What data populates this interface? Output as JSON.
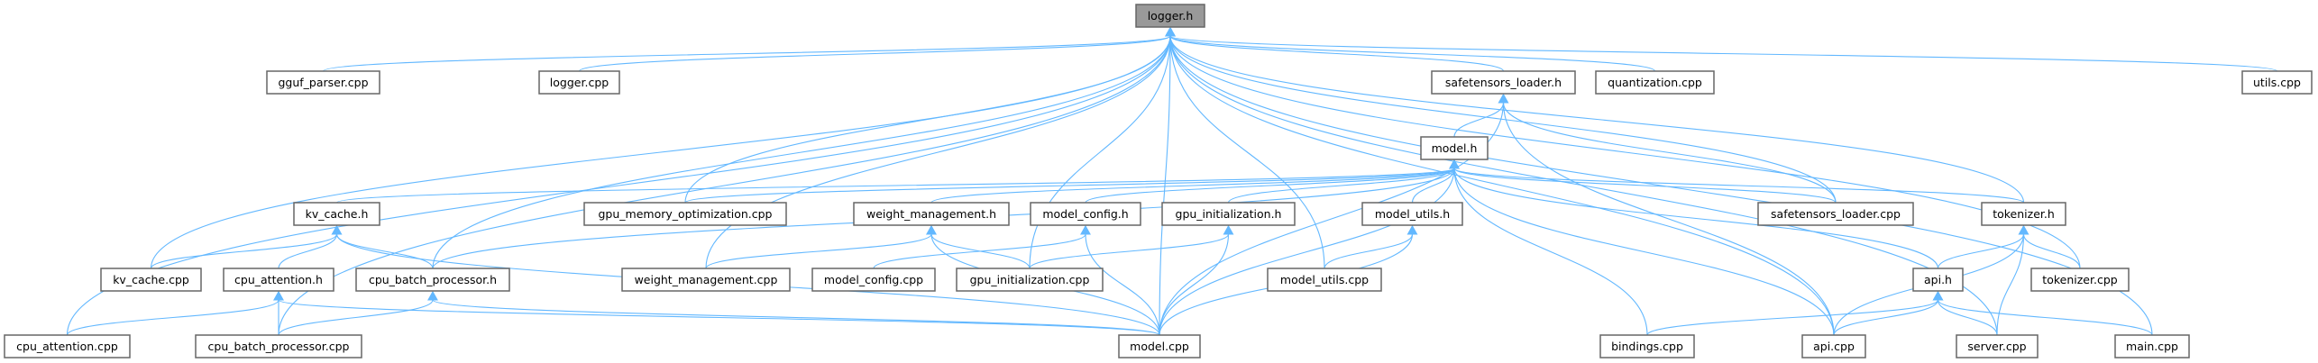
{
  "graph": {
    "edge_color": "#63b8ff",
    "root_fill": "#999999",
    "nodes": {
      "logger_h": "logger.h",
      "gguf_parser_cpp": "gguf_parser.cpp",
      "logger_cpp": "logger.cpp",
      "safetensors_loader_h": "safetensors_loader.h",
      "quantization_cpp": "quantization.cpp",
      "utils_cpp": "utils.cpp",
      "model_h": "model.h",
      "kv_cache_h": "kv_cache.h",
      "gpu_memory_optimization_cpp": "gpu_memory_optimization.cpp",
      "weight_management_h": "weight_management.h",
      "model_config_h": "model_config.h",
      "gpu_initialization_h": "gpu_initialization.h",
      "model_utils_h": "model_utils.h",
      "safetensors_loader_cpp": "safetensors_loader.cpp",
      "tokenizer_h": "tokenizer.h",
      "kv_cache_cpp": "kv_cache.cpp",
      "cpu_attention_h": "cpu_attention.h",
      "cpu_batch_processor_h": "cpu_batch_processor.h",
      "weight_management_cpp": "weight_management.cpp",
      "model_config_cpp": "model_config.cpp",
      "gpu_initialization_cpp": "gpu_initialization.cpp",
      "model_utils_cpp": "model_utils.cpp",
      "api_h": "api.h",
      "tokenizer_cpp": "tokenizer.cpp",
      "cpu_attention_cpp": "cpu_attention.cpp",
      "cpu_batch_processor_cpp": "cpu_batch_processor.cpp",
      "model_cpp": "model.cpp",
      "bindings_cpp": "bindings.cpp",
      "api_cpp": "api.cpp",
      "server_cpp": "server.cpp",
      "main_cpp": "main.cpp"
    },
    "edges": [
      [
        "gguf_parser_cpp",
        "logger_h"
      ],
      [
        "logger_cpp",
        "logger_h"
      ],
      [
        "safetensors_loader_h",
        "logger_h"
      ],
      [
        "quantization_cpp",
        "logger_h"
      ],
      [
        "utils_cpp",
        "logger_h"
      ],
      [
        "kv_cache_cpp",
        "logger_h"
      ],
      [
        "cpu_attention_cpp",
        "logger_h"
      ],
      [
        "cpu_batch_processor_cpp",
        "logger_h"
      ],
      [
        "gpu_memory_optimization_cpp",
        "logger_h"
      ],
      [
        "weight_management_cpp",
        "logger_h"
      ],
      [
        "gpu_initialization_cpp",
        "logger_h"
      ],
      [
        "model_cpp",
        "logger_h"
      ],
      [
        "model_utils_cpp",
        "logger_h"
      ],
      [
        "cpu_batch_processor_h",
        "logger_h"
      ],
      [
        "safetensors_loader_cpp",
        "logger_h"
      ],
      [
        "api_cpp",
        "logger_h"
      ],
      [
        "tokenizer_h",
        "logger_h"
      ],
      [
        "tokenizer_cpp",
        "logger_h"
      ],
      [
        "server_cpp",
        "logger_h"
      ],
      [
        "main_cpp",
        "logger_h"
      ],
      [
        "model_h",
        "safetensors_loader_h"
      ],
      [
        "model_cpp",
        "safetensors_loader_h"
      ],
      [
        "safetensors_loader_cpp",
        "safetensors_loader_h"
      ],
      [
        "api_cpp",
        "safetensors_loader_h"
      ],
      [
        "kv_cache_h",
        "model_h"
      ],
      [
        "gpu_memory_optimization_cpp",
        "model_h"
      ],
      [
        "cpu_batch_processor_h",
        "model_h"
      ],
      [
        "weight_management_h",
        "model_h"
      ],
      [
        "model_config_h",
        "model_h"
      ],
      [
        "gpu_initialization_h",
        "model_h"
      ],
      [
        "model_utils_h",
        "model_h"
      ],
      [
        "model_cpp",
        "model_h"
      ],
      [
        "safetensors_loader_cpp",
        "model_h"
      ],
      [
        "tokenizer_h",
        "model_h"
      ],
      [
        "api_h",
        "model_h"
      ],
      [
        "api_cpp",
        "model_h"
      ],
      [
        "bindings_cpp",
        "model_h"
      ],
      [
        "kv_cache_cpp",
        "kv_cache_h"
      ],
      [
        "cpu_attention_h",
        "kv_cache_h"
      ],
      [
        "cpu_batch_processor_h",
        "kv_cache_h"
      ],
      [
        "model_cpp",
        "kv_cache_h"
      ],
      [
        "cpu_attention_cpp",
        "cpu_attention_h"
      ],
      [
        "cpu_batch_processor_cpp",
        "cpu_attention_h"
      ],
      [
        "model_cpp",
        "cpu_attention_h"
      ],
      [
        "cpu_batch_processor_cpp",
        "cpu_batch_processor_h"
      ],
      [
        "model_cpp",
        "cpu_batch_processor_h"
      ],
      [
        "weight_management_cpp",
        "weight_management_h"
      ],
      [
        "gpu_initialization_cpp",
        "weight_management_h"
      ],
      [
        "model_cpp",
        "weight_management_h"
      ],
      [
        "model_config_cpp",
        "model_config_h"
      ],
      [
        "model_cpp",
        "model_config_h"
      ],
      [
        "gpu_initialization_cpp",
        "gpu_initialization_h"
      ],
      [
        "model_cpp",
        "gpu_initialization_h"
      ],
      [
        "model_utils_cpp",
        "model_utils_h"
      ],
      [
        "model_cpp",
        "model_utils_h"
      ],
      [
        "api_h",
        "tokenizer_h"
      ],
      [
        "api_cpp",
        "tokenizer_h"
      ],
      [
        "server_cpp",
        "tokenizer_h"
      ],
      [
        "tokenizer_cpp",
        "tokenizer_h"
      ],
      [
        "bindings_cpp",
        "api_h"
      ],
      [
        "api_cpp",
        "api_h"
      ],
      [
        "server_cpp",
        "api_h"
      ],
      [
        "main_cpp",
        "api_h"
      ]
    ]
  }
}
